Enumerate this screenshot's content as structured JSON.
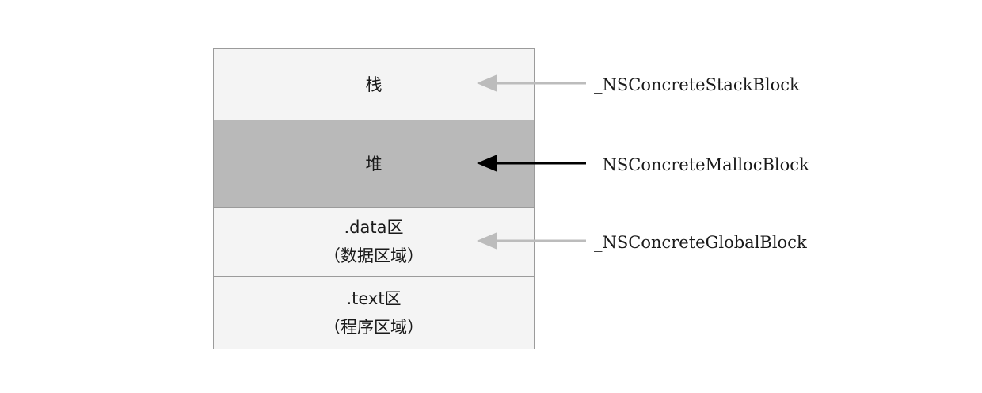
{
  "regions": [
    {
      "line1": "栈",
      "line2": ""
    },
    {
      "line1": "堆",
      "line2": ""
    },
    {
      "line1": ".data区",
      "line2": "（数据区域）"
    },
    {
      "line1": ".text区",
      "line2": "（程序区域）"
    }
  ],
  "block_types": [
    {
      "label": "_NSConcreteStackBlock",
      "target": "栈",
      "arrow_color": "#bcbcbc"
    },
    {
      "label": "_NSConcreteMallocBlock",
      "target": "堆",
      "arrow_color": "#000000"
    },
    {
      "label": "_NSConcreteGlobalBlock",
      "target": ".data区",
      "arrow_color": "#bcbcbc"
    }
  ],
  "colors": {
    "region_light": "#f4f4f4",
    "region_highlight": "#b9b9b9",
    "border": "#9b9b9b"
  }
}
